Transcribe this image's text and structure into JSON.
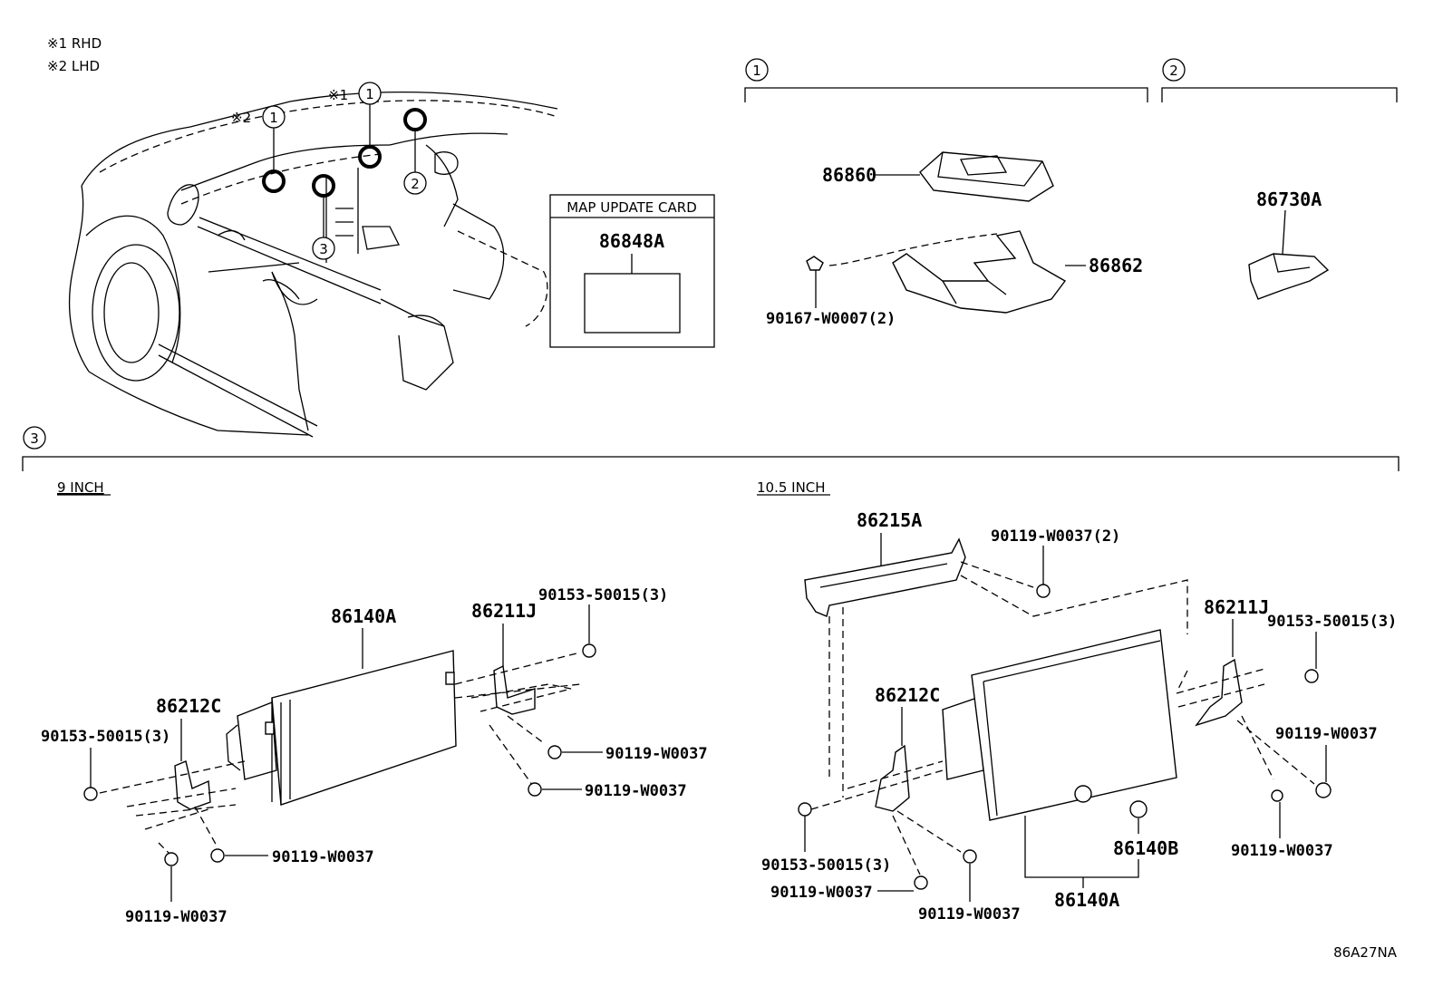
{
  "legend": {
    "rhd": "※1 RHD",
    "lhd": "※2 LHD"
  },
  "overview": {
    "mark1": "※1",
    "mark2": "※2",
    "c1a": "1",
    "c1b": "1",
    "c2": "2",
    "c3": "3"
  },
  "map_card": {
    "title": "MAP UPDATE CARD",
    "part": "86848A"
  },
  "section1": {
    "num": "1",
    "p86860": "86860",
    "p86862": "86862",
    "screw": "90167-W0007(2)"
  },
  "section2": {
    "num": "2",
    "p86730A": "86730A"
  },
  "section3": {
    "num": "3",
    "nine_label": "9 INCH",
    "ten_label": "10.5 INCH"
  },
  "nine": {
    "p86140A": "86140A",
    "p86211J": "86211J",
    "p86212C": "86212C",
    "s_top": "90153-50015(3)",
    "s_left": "90153-50015(3)",
    "s_r1": "90119-W0037",
    "s_r2": "90119-W0037",
    "s_b1": "90119-W0037",
    "s_b2": "90119-W0037"
  },
  "ten": {
    "p86215A": "86215A",
    "s_top": "90119-W0037(2)",
    "p86211J": "86211J",
    "s_right": "90153-50015(3)",
    "p86212C": "86212C",
    "s_r1": "90119-W0037",
    "s_r2": "90119-W0037",
    "s_left": "90153-50015(3)",
    "s_b1": "90119-W0037",
    "s_b2": "90119-W0037",
    "p86140B": "86140B",
    "p86140A": "86140A"
  },
  "diagram_code": "86A27NA"
}
